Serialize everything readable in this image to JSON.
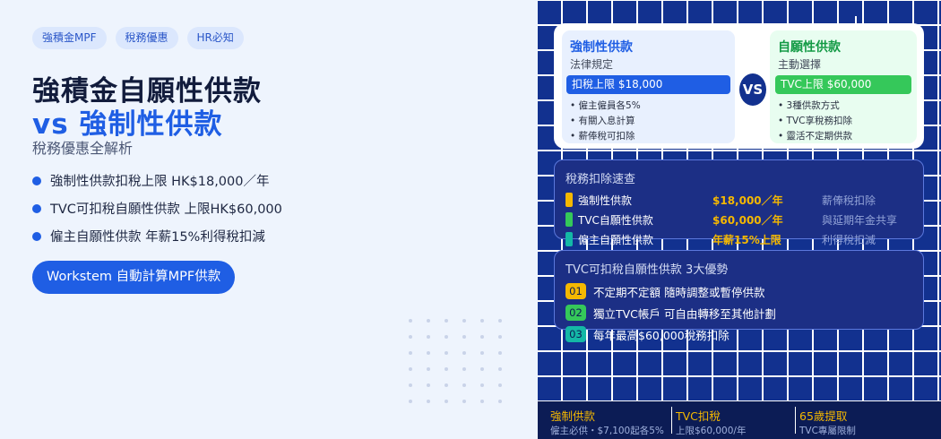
{
  "tags": [
    "強積金MPF",
    "稅務優惠",
    "HR必知"
  ],
  "title_line1": "強積金自願性供款",
  "title_vs": "vs",
  "title_line2": "強制性供款",
  "subtitle": "稅務優惠全解析",
  "bullets": [
    "強制性供款扣稅上限  HK$18,000／年",
    "TVC可扣稅自願性供款  上限HK$60,000",
    "僱主自願性供款  年薪15%利得稅扣減"
  ],
  "cta": "Workstem 自動計算MPF供款",
  "compare": {
    "mandatory": {
      "title": "強制性供款",
      "sub": "法律規定",
      "pill": "扣稅上限 $18,000",
      "items": [
        "• 僱主僱員各5%",
        "• 有關入息計算",
        "• 薪俸稅可扣除"
      ]
    },
    "vs": "VS",
    "voluntary": {
      "title": "自願性供款",
      "sub": "主動選擇",
      "pill": "TVC上限 $60,000",
      "items": [
        "• 3種供款方式",
        "• TVC享稅務扣除",
        "• 靈活不定期供款"
      ]
    }
  },
  "tax": {
    "title": "稅務扣除速查",
    "rows": [
      {
        "name": "強制性供款",
        "value": "$18,000／年",
        "note": "薪俸稅扣除",
        "color": "#f5b800"
      },
      {
        "name": "TVC自願性供款",
        "value": "$60,000／年",
        "note": "與延期年金共享",
        "color": "#35c85a"
      },
      {
        "name": "僱主自願性供款",
        "value": "年薪15%上限",
        "note": "利得稅扣減",
        "color": "#14b8a6"
      }
    ]
  },
  "adv": {
    "title": "TVC可扣稅自願性供款 3大優勢",
    "items": [
      {
        "num": "01",
        "text": "不定期不定額  隨時調整或暫停供款",
        "color": "#f5b800"
      },
      {
        "num": "02",
        "text": "獨立TVC帳戶  可自由轉移至其他計劃",
        "color": "#35c85a"
      },
      {
        "num": "03",
        "text": "每年最高$60,000稅務扣除",
        "color": "#14b8a6"
      }
    ]
  },
  "footer": [
    {
      "title": "強制供款",
      "sub": "僱主必供・$7,100起各5%"
    },
    {
      "title": "TVC扣稅",
      "sub": "上限$60,000/年"
    },
    {
      "title": "65歲提取",
      "sub": "TVC專屬限制"
    }
  ]
}
